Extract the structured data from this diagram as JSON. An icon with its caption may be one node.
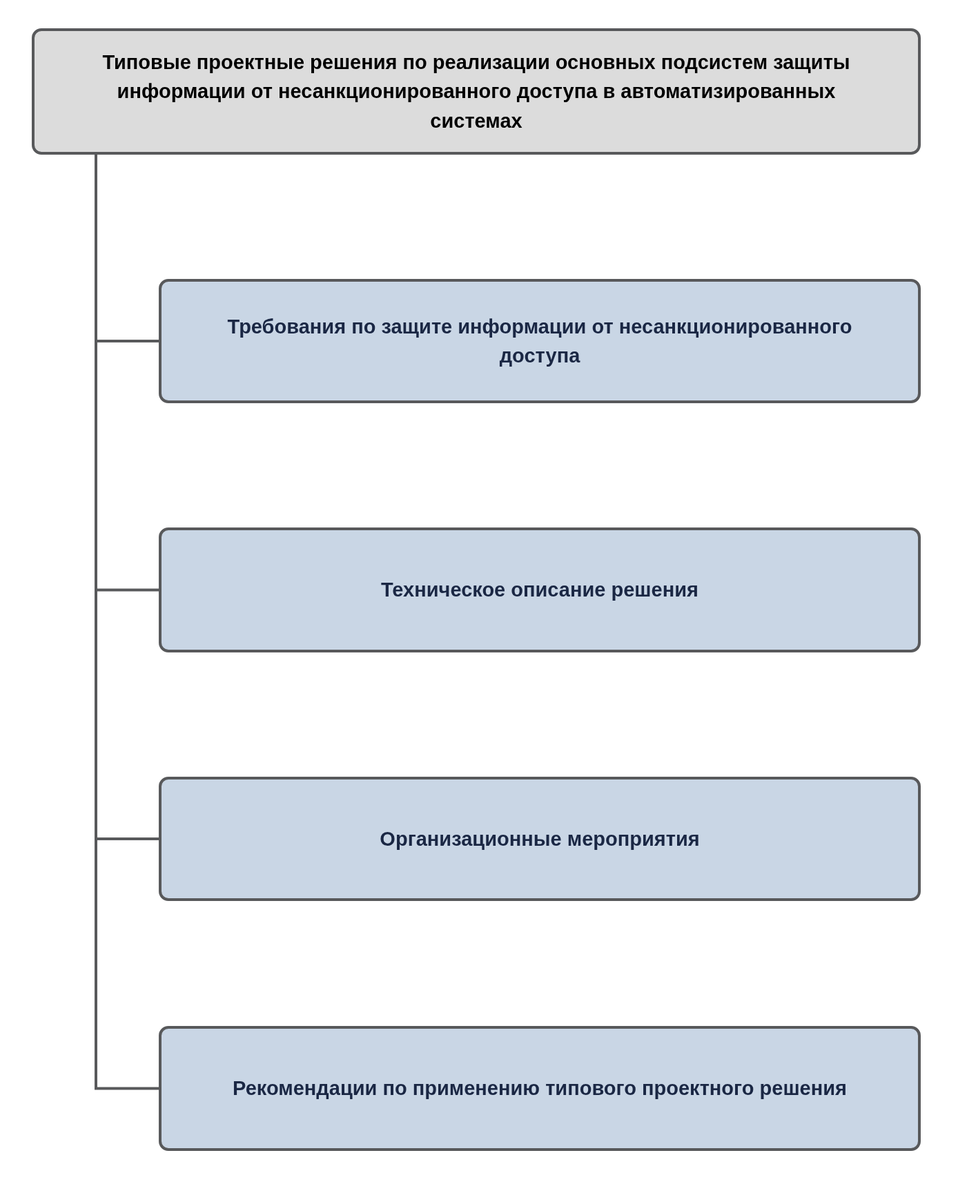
{
  "diagram": {
    "nodes": [
      {
        "text": [
          "Типовые проектные решения по реализации основных подсистем защиты информации от несанкционированного доступа в автоматизированных системах"
        ]
      },
      {
        "text": [
          "Требования по защите информации от несанкционированного доступа"
        ]
      },
      {
        "text": [
          "Техническое описание решения"
        ]
      },
      {
        "text": [
          "Организационные мероприятия"
        ]
      },
      {
        "text": [
          "Рекомендации по применению типового проектного решения"
        ]
      }
    ],
    "edges": [
      {
        "from": 0,
        "to": 1,
        "arrow": "none"
      },
      {
        "from": 0,
        "to": 2,
        "arrow": "none"
      },
      {
        "from": 0,
        "to": 3,
        "arrow": "none"
      },
      {
        "from": 0,
        "to": 4,
        "arrow": "none"
      }
    ]
  }
}
